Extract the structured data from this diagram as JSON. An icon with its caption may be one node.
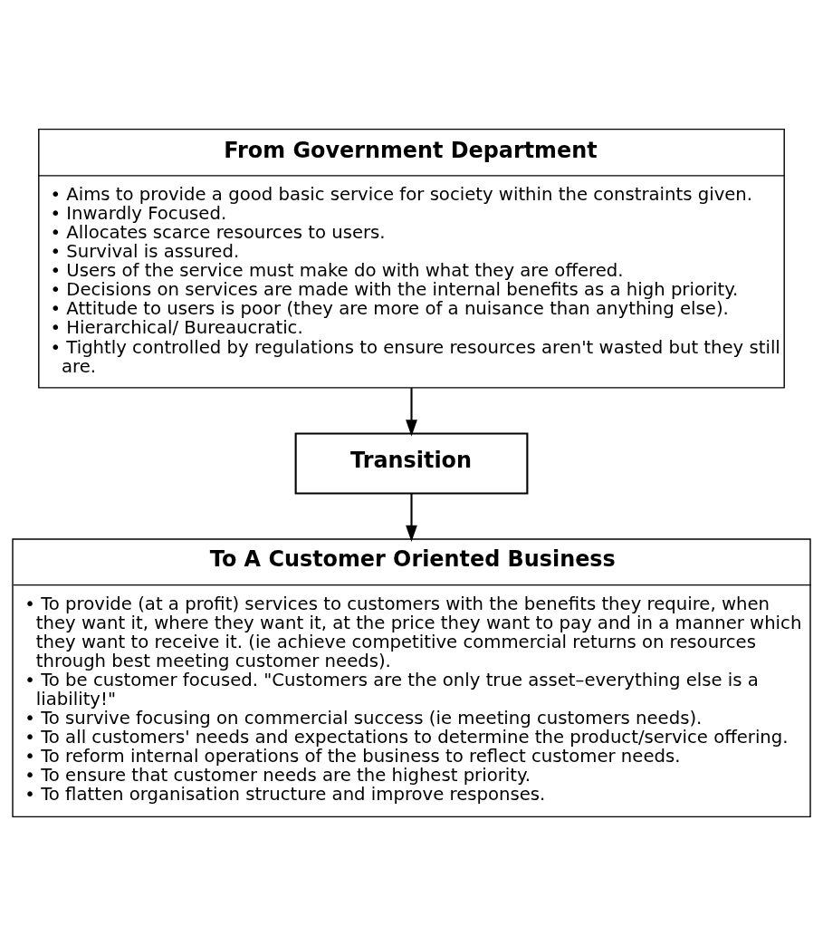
{
  "diagram": {
    "nodes": [
      {
        "text": [
          "From Government Department",
          "• Aims to provide a good basic service for society within the constraints given.",
          "• Inwardly Focused.",
          "• Allocates scarce resources to users.",
          "• Survival is assured.",
          "• Users of the service must make do with what they are offered.",
          "• Decisions on services are made with the internal benefits as a high priority.",
          "• Attitude to users is poor (they are more of a nuisance than anything else).",
          "• Hierarchical/ Bureaucratic.",
          "• Tightly controlled by regulations to ensure resources aren't wasted but they still are."
        ]
      },
      {
        "text": [
          "Transition"
        ]
      },
      {
        "text": [
          "To A Customer Oriented Business",
          "• To provide (at a profit) services to customers with the benefits they require, when they want it, where they want it, at the price they want to pay and in a manner which they want to receive it. (ie achieve competitive commercial returns on resources through best meeting customer needs).",
          "• To be customer focused. \"Customers are the only true asset–everything else is a liability!\"",
          "• To survive focusing on commercial success (ie meeting customers needs).",
          "• To all customers' needs and expectations to determine the product/service offering.",
          "• To reform internal operations of the business to reflect customer needs.",
          "• To ensure that customer needs are the highest priority.",
          "• To flatten organisation structure and improve responses."
        ]
      }
    ],
    "edges": [
      {
        "from": 0,
        "to": 1,
        "arrow": "to"
      },
      {
        "from": 1,
        "to": 2,
        "arrow": "to"
      }
    ]
  }
}
